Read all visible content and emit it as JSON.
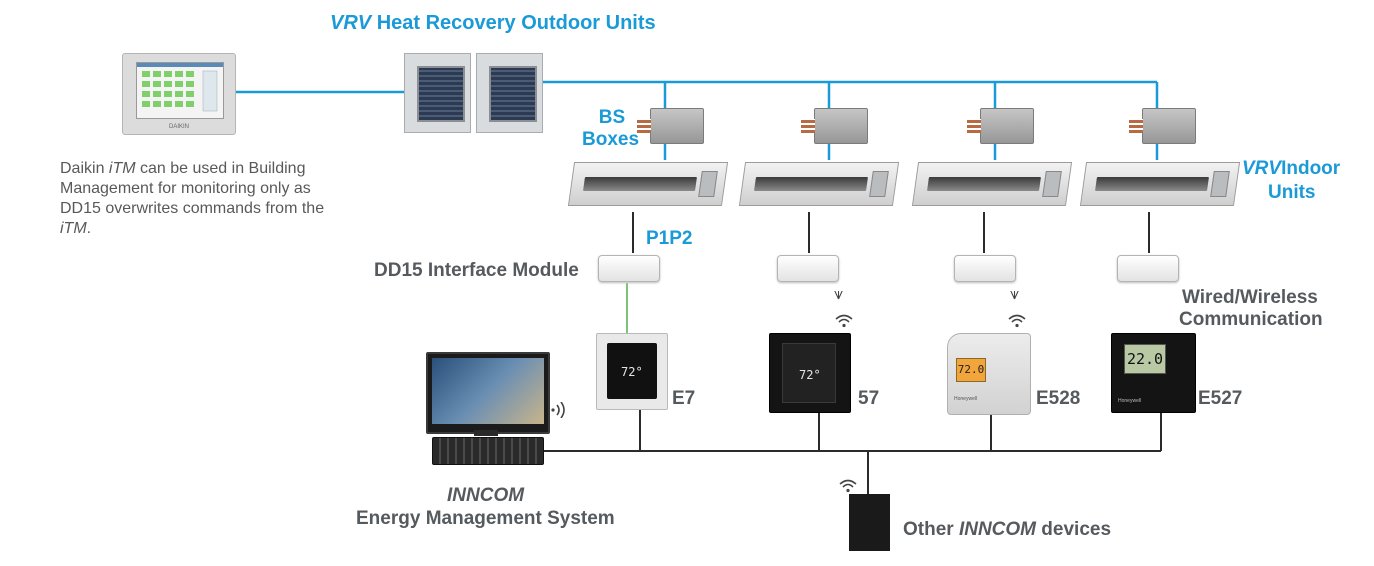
{
  "labels": {
    "outdoor_title_brand": "VRV",
    "outdoor_title_rest": "Heat Recovery Outdoor Units",
    "bs_boxes_line1": "BS",
    "bs_boxes_line2": "Boxes",
    "indoor_brand": "VRV",
    "indoor_rest": "Indoor",
    "indoor_line2": "Units",
    "p1p2": "P1P2",
    "dd15": "DD15 Interface Module",
    "wired_line1": "Wired/Wireless",
    "wired_line2": "Communication",
    "e7": "E7",
    "t57": "57",
    "e528": "E528",
    "e527": "E527",
    "inncom": "INNCOM",
    "ems": "Energy Management System",
    "other_prefix": "Other ",
    "other_brand": "INNCOM",
    "other_suffix": " devices"
  },
  "note": {
    "part1": "Daikin ",
    "itm1": "iTM",
    "part2": " can be used in Building Management for monitoring only as DD15 overwrites commands from the ",
    "itm2": "iTM",
    "part3": "."
  },
  "device_text": {
    "itm_brand": "DAIKIN",
    "e7_temp": "72°",
    "t57_temp": "72°",
    "e528_temp": "72.0",
    "e527_temp": "22.0",
    "honeywell": "Honeywell"
  },
  "colors": {
    "refrigerant_line": "#1a9ad6",
    "p1p2_line": "#1a9ad6",
    "dd15_to_thermostat": "#7cc576",
    "network_line": "#2b2b2b",
    "label_blue": "#1a9ad6",
    "label_grey": "#555a5e"
  },
  "icons": [
    "wifi-icon",
    "wireless-signal-icon"
  ]
}
